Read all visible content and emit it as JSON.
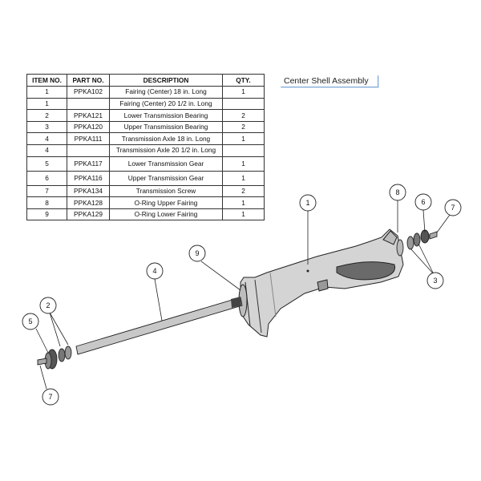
{
  "parts_table": {
    "headers": [
      "ITEM NO.",
      "PART NO.",
      "DESCRIPTION",
      "QTY."
    ],
    "rows": [
      {
        "item": "1",
        "part": "PPKA102",
        "desc": "Fairing (Center) 18 in. Long",
        "qty": "1"
      },
      {
        "item": "1",
        "part": "",
        "desc": "Fairing (Center) 20 1/2 in. Long",
        "qty": ""
      },
      {
        "item": "2",
        "part": "PPKA121",
        "desc": "Lower Transmission Bearing",
        "qty": "2"
      },
      {
        "item": "3",
        "part": "PPKA120",
        "desc": "Upper Transmission Bearing",
        "qty": "2"
      },
      {
        "item": "4",
        "part": "PPKA111",
        "desc": "Transmission Axle 18 in. Long",
        "qty": "1"
      },
      {
        "item": "4",
        "part": "",
        "desc": "Transmission Axle 20 1/2 in. Long",
        "qty": ""
      },
      {
        "item": "5",
        "part": "PPKA117",
        "desc": "Lower Transmission Gear",
        "qty": "1"
      },
      {
        "item": "6",
        "part": "PPKA116",
        "desc": "Upper Transmission Gear",
        "qty": "1"
      },
      {
        "item": "7",
        "part": "PPKA134",
        "desc": "Transmission Screw",
        "qty": "2"
      },
      {
        "item": "8",
        "part": "PPKA128",
        "desc": "O-Ring Upper Fairing",
        "qty": "1"
      },
      {
        "item": "9",
        "part": "PPKA129",
        "desc": "O-Ring Lower Fairing",
        "qty": "1"
      }
    ]
  },
  "assembly_title": "Center Shell Assembly",
  "callouts": {
    "c1": "1",
    "c2": "2",
    "c3": "3",
    "c4": "4",
    "c5": "5",
    "c6": "6",
    "c7a": "7",
    "c7b": "7",
    "c8": "8",
    "c9": "9"
  }
}
